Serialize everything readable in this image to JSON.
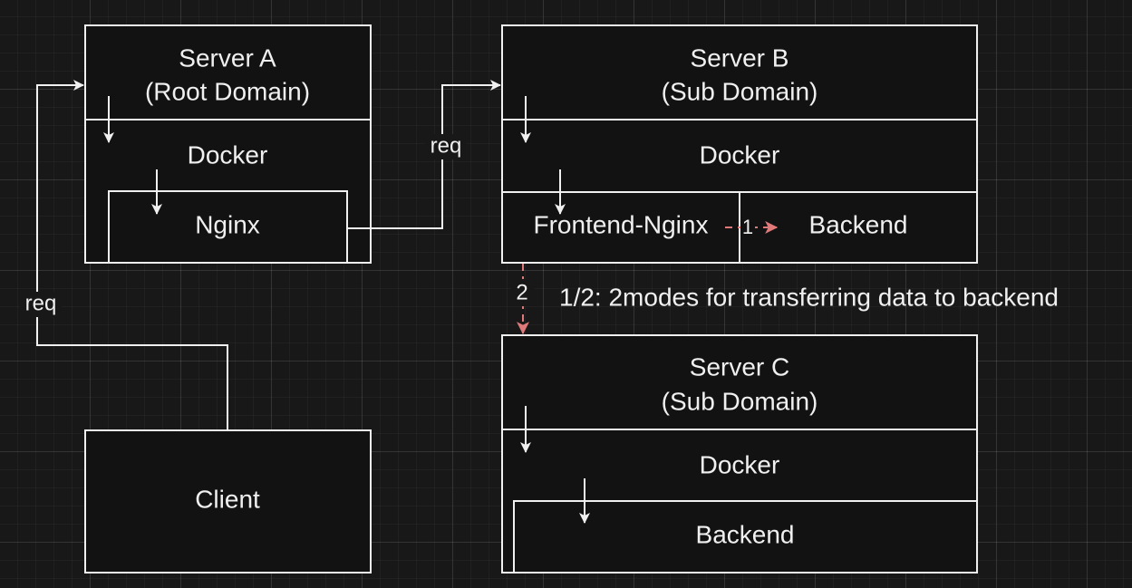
{
  "colors": {
    "background": "#181818",
    "box_fill": "#121212",
    "stroke": "#f0f0f0",
    "accent": "#e07a7a"
  },
  "server_a": {
    "title": "Server A",
    "subtitle": "(Root Domain)",
    "docker": "Docker",
    "nginx": "Nginx"
  },
  "server_b": {
    "title": "Server B",
    "subtitle": "(Sub Domain)",
    "docker": "Docker",
    "frontend": "Frontend-Nginx",
    "backend": "Backend"
  },
  "server_c": {
    "title": "Server C",
    "subtitle": "(Sub Domain)",
    "docker": "Docker",
    "backend": "Backend"
  },
  "client": {
    "label": "Client"
  },
  "edges": {
    "client_to_a": "req",
    "a_to_b": "req",
    "mode_1": "1",
    "mode_2": "2"
  },
  "note": "1/2: 2modes for transferring data to backend"
}
